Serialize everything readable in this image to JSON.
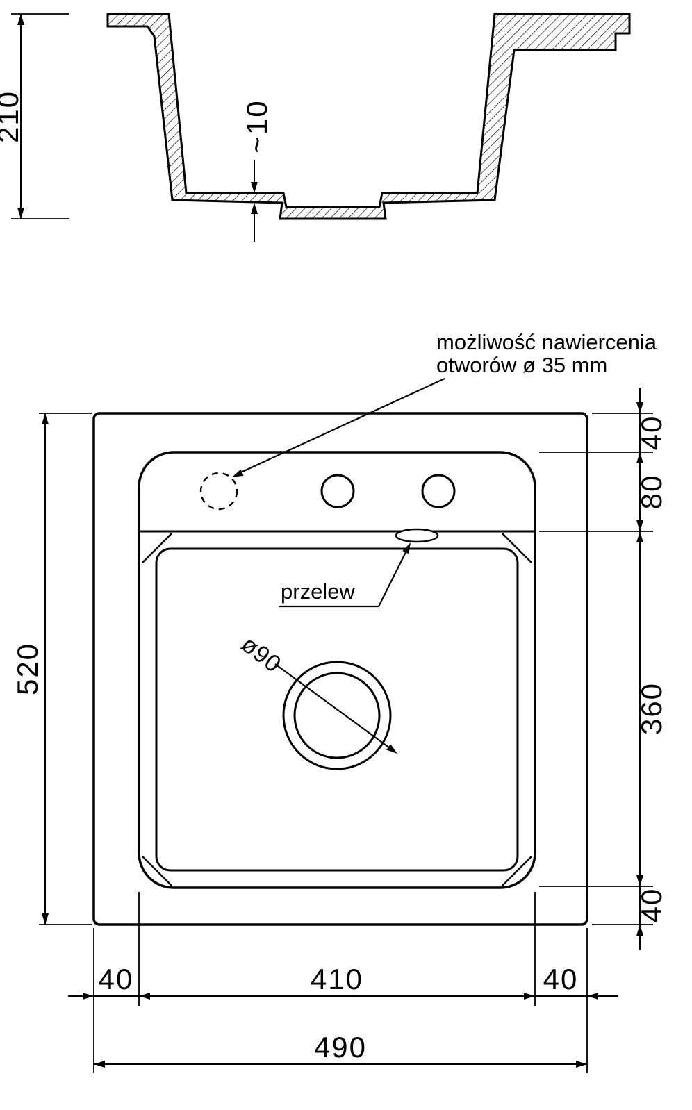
{
  "style": {
    "line_color": "#000000",
    "background": "#ffffff"
  },
  "section": {
    "depth": "210",
    "bottom_thickness": "~10"
  },
  "plan": {
    "annotation": {
      "line1": "możliwość nawiercenia",
      "line2": "otworów ø 35 mm"
    },
    "labels": {
      "overflow": "przelew",
      "drain_diameter": "ø90"
    },
    "dims": {
      "height": "520",
      "right_top": "40",
      "right_deck": "80",
      "right_basin": "360",
      "right_bottom": "40",
      "bottom_left": "40",
      "bottom_center": "410",
      "bottom_right": "40",
      "total_width": "490"
    }
  }
}
